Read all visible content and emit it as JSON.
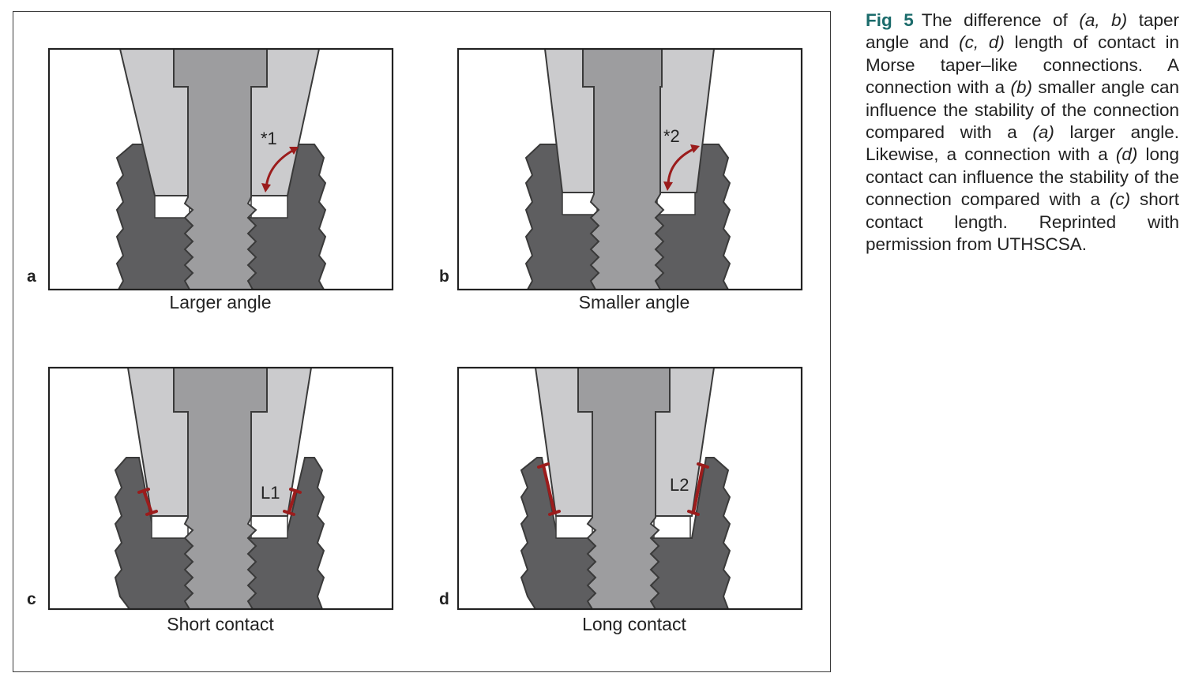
{
  "panels": [
    {
      "letter": "a",
      "caption": "Larger angle",
      "marker": "*1"
    },
    {
      "letter": "b",
      "caption": "Smaller angle",
      "marker": "*2"
    },
    {
      "letter": "c",
      "caption": "Short contact",
      "marker": "L1"
    },
    {
      "letter": "d",
      "caption": "Long contact",
      "marker": "L2"
    }
  ],
  "caption": {
    "label": "Fig 5",
    "parts": [
      "The difference of ",
      "(a, b)",
      " taper angle and ",
      "(c, d)",
      " length of contact in Morse taper–like connections. A connection with a ",
      "(b)",
      " smaller angle can influence the stability of the connection compared with a ",
      "(a)",
      " larger angle. Likewise, a connection with a ",
      "(d)",
      " long contact can influ­ence the stability of the connection compared with a ",
      "(c)",
      " short contact length. Reprinted with permission from UTHSCSA."
    ]
  },
  "colors": {
    "implant_dark": "#5e5e60",
    "abutment_light": "#cbcbcd",
    "screw_mid": "#9d9d9f",
    "outline": "#3a3a3a",
    "marker_red": "#9b1c1c",
    "caption_label": "#1b6b6b"
  }
}
